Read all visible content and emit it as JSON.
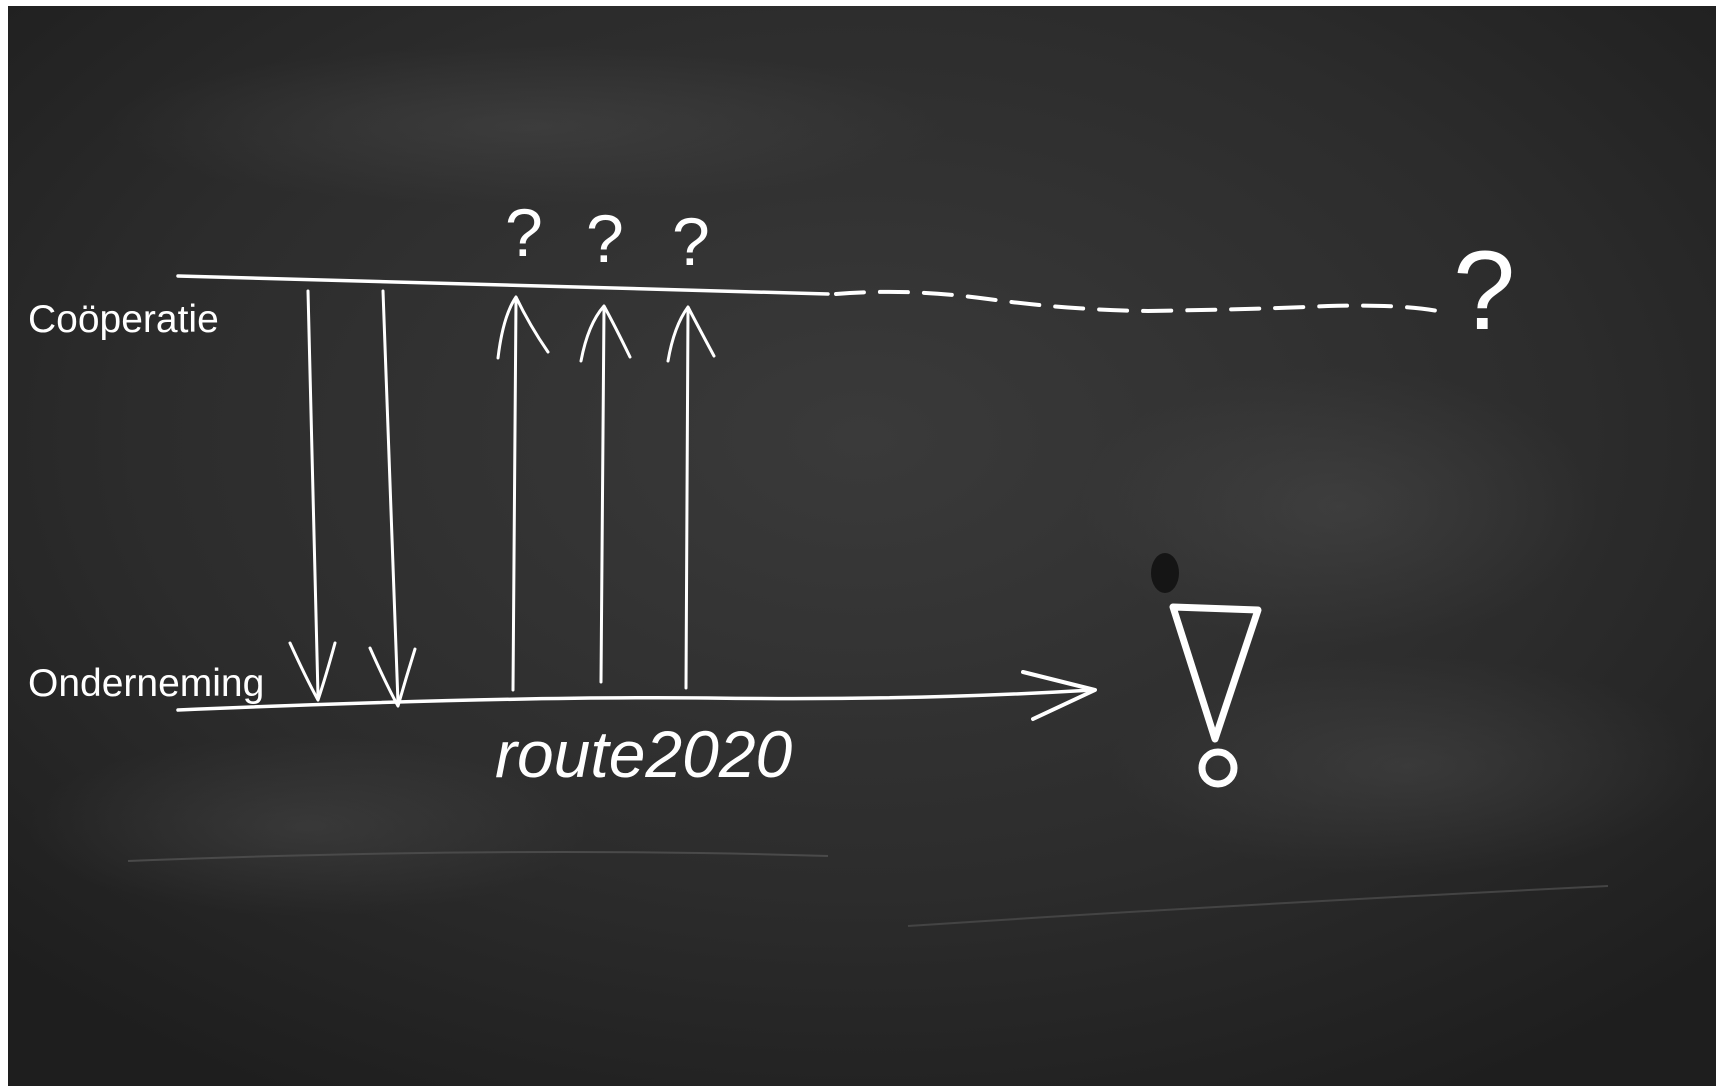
{
  "diagram": {
    "labels": {
      "top_line": "Coöperatie",
      "bottom_line": "Onderneming",
      "route": "route2020"
    },
    "question_marks": [
      "?",
      "?",
      "?",
      "?"
    ],
    "colors": {
      "board": "#2a2a2a",
      "chalk": "#ffffff"
    }
  }
}
